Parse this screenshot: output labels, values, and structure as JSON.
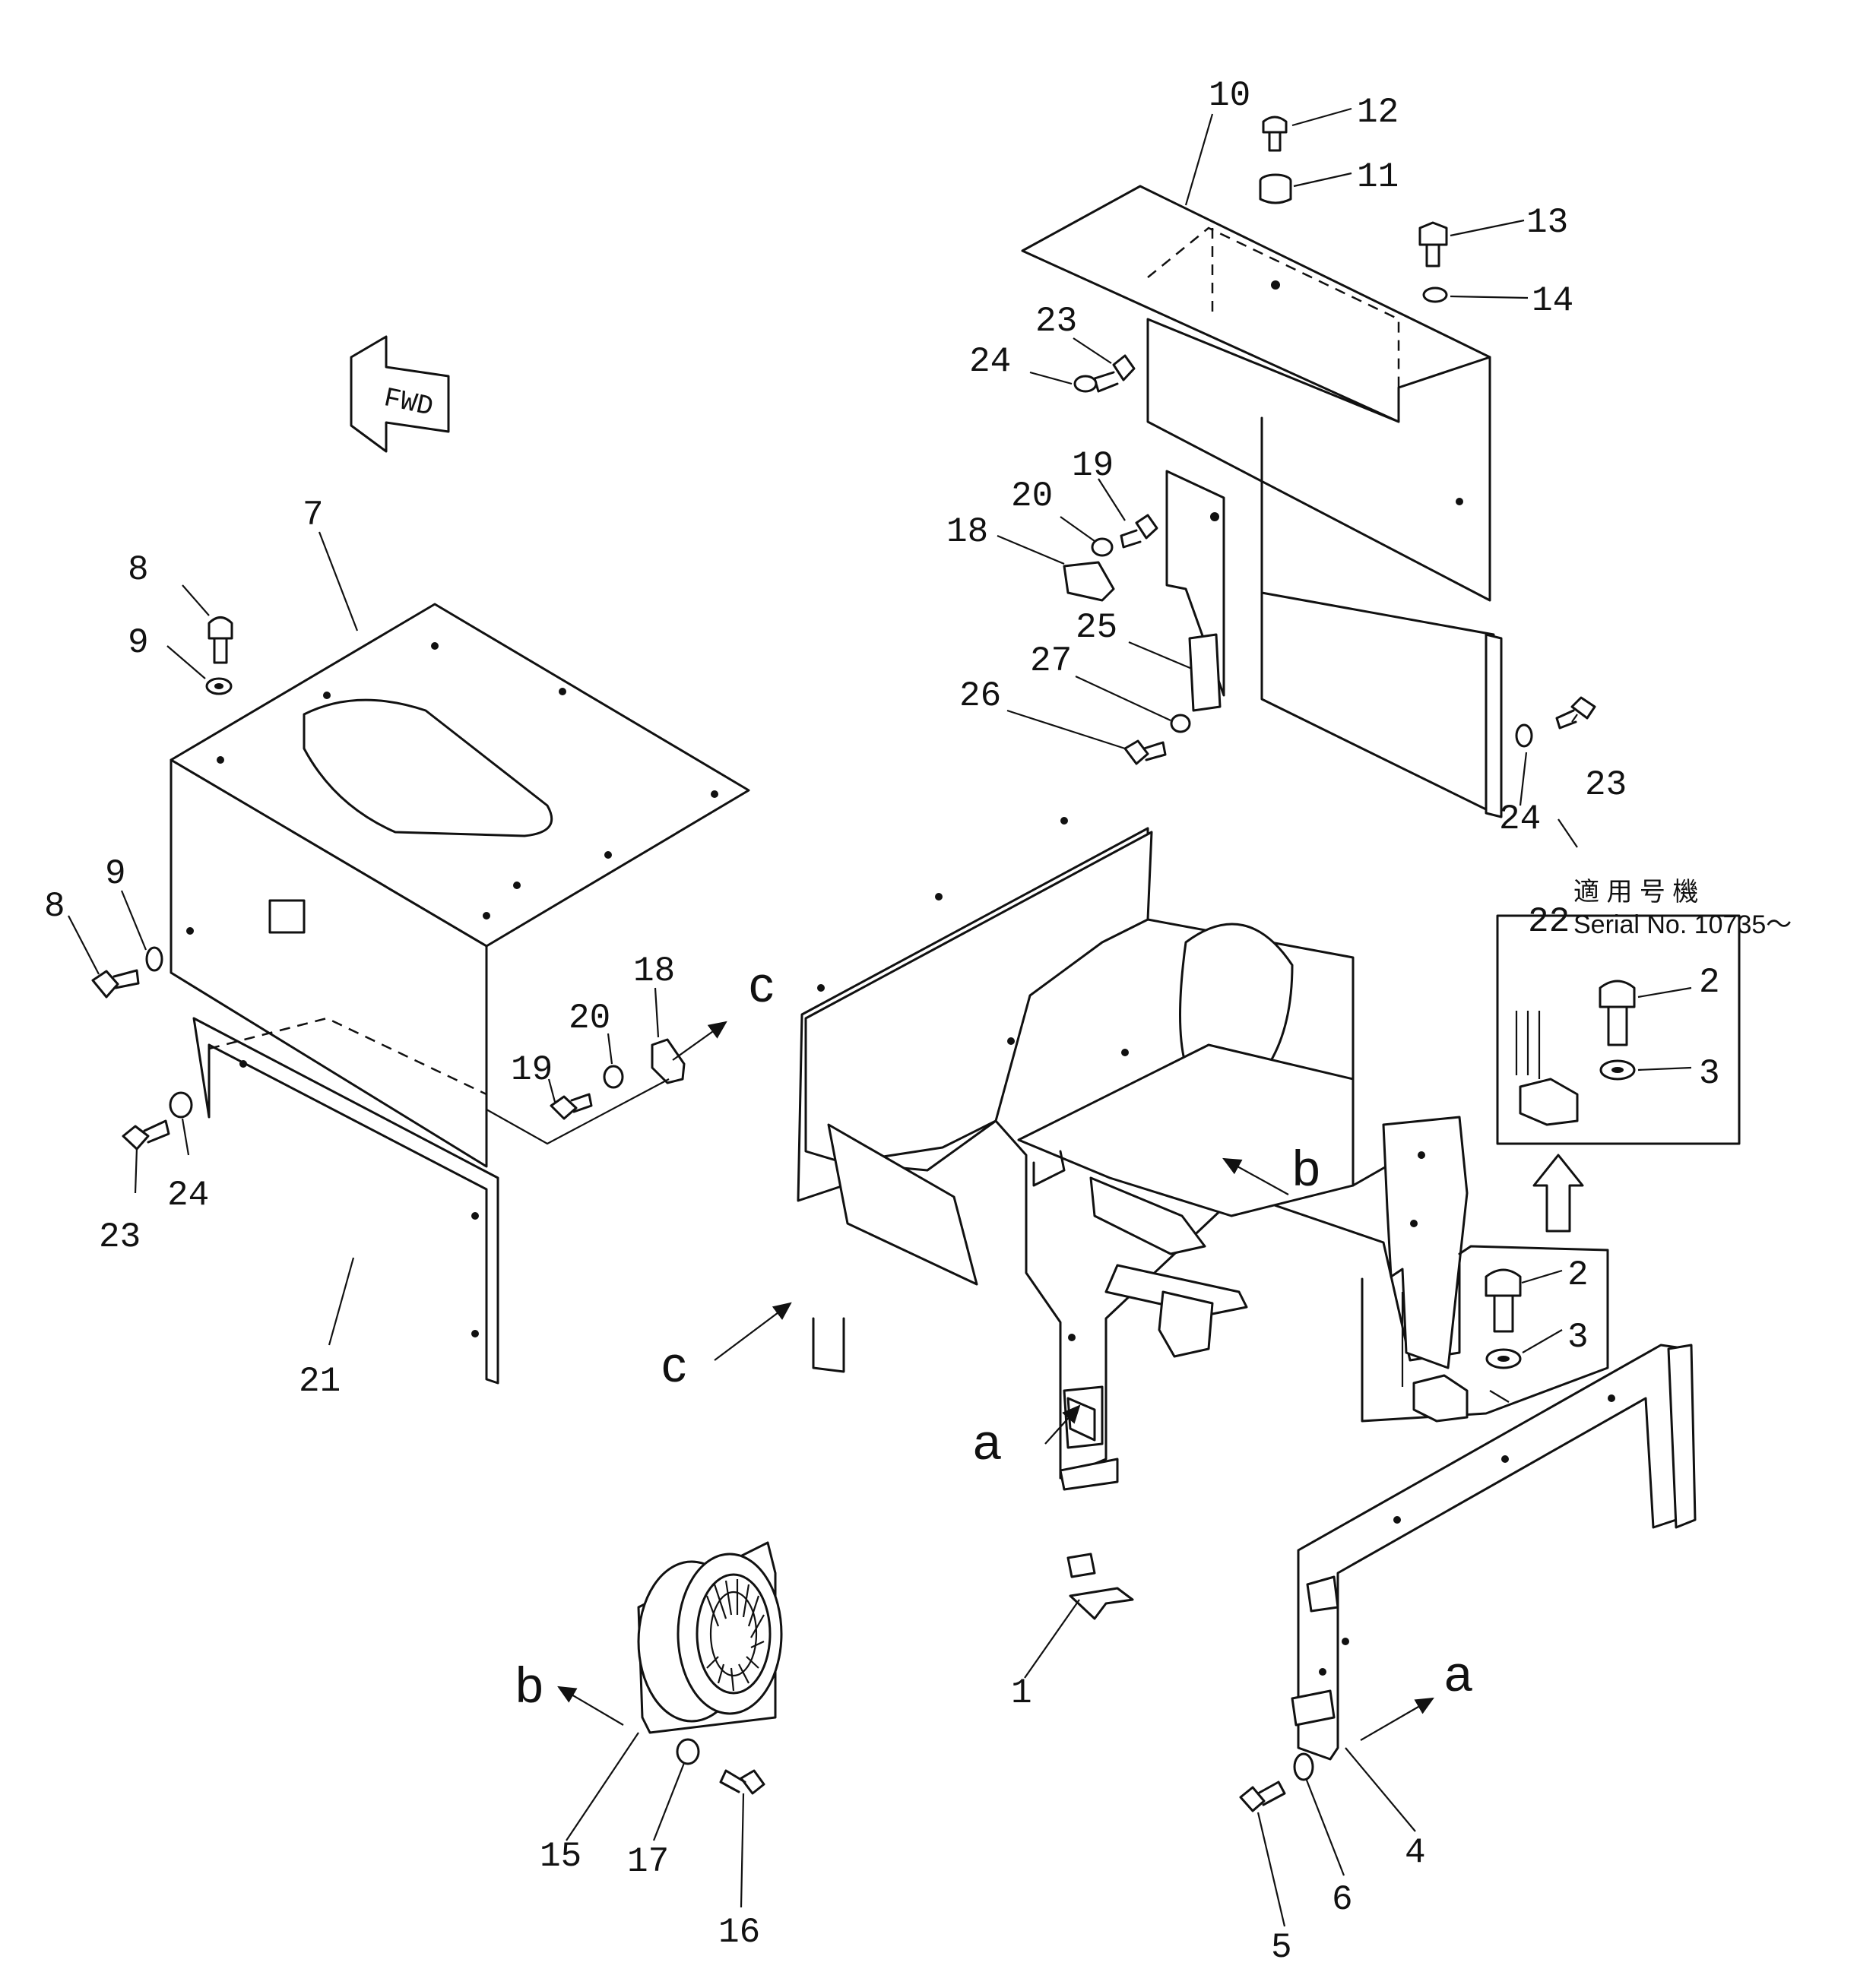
{
  "direction_marker": {
    "text": "FWD"
  },
  "serial_box": {
    "applicable_label": "適 用 号 機",
    "serial_text": "Serial No. 10735～"
  },
  "view_letters": {
    "a": "a",
    "b": "b",
    "c": "c"
  },
  "callouts": {
    "p1": "1",
    "p2a": "2",
    "p2b": "2",
    "p3a": "3",
    "p3b": "3",
    "p4": "4",
    "p5": "5",
    "p6": "6",
    "p7": "7",
    "p8a": "8",
    "p8b": "8",
    "p9a": "9",
    "p9b": "9",
    "p10": "10",
    "p11": "11",
    "p12": "12",
    "p13": "13",
    "p14": "14",
    "p15": "15",
    "p16": "16",
    "p17": "17",
    "p18a": "18",
    "p18b": "18",
    "p19a": "19",
    "p19b": "19",
    "p20a": "20",
    "p20b": "20",
    "p21": "21",
    "p22": "22",
    "p23a": "23",
    "p23b": "23",
    "p23c": "23",
    "p24a": "24",
    "p24b": "24",
    "p24c": "24",
    "p25": "25",
    "p26": "26",
    "p27": "27"
  }
}
